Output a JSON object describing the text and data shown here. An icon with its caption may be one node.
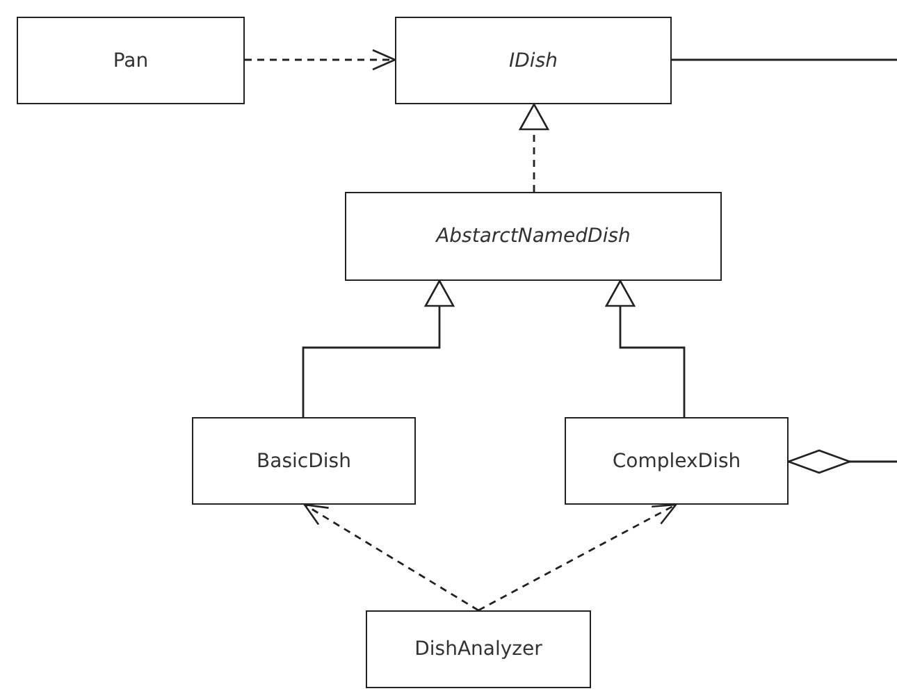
{
  "diagram": {
    "nodes": [
      {
        "text": [
          "Pan"
        ]
      },
      {
        "text": [
          "IDish"
        ]
      },
      {
        "text": [
          "AbstarctNamedDish"
        ]
      },
      {
        "text": [
          "BasicDish"
        ]
      },
      {
        "text": [
          "ComplexDish"
        ]
      },
      {
        "text": [
          "DishAnalyzer"
        ]
      }
    ],
    "edges": [
      {
        "from": 0,
        "to": 1,
        "arrow": "to",
        "style": "dashed"
      },
      {
        "from": 1,
        "to": null,
        "arrow": "none"
      },
      {
        "from": 2,
        "to": 1,
        "arrow": "to",
        "style": "dashed"
      },
      {
        "from": 3,
        "to": 2,
        "arrow": "to"
      },
      {
        "from": 4,
        "to": 2,
        "arrow": "to"
      },
      {
        "from": 4,
        "to": null,
        "arrow": "other"
      },
      {
        "from": 5,
        "to": 3,
        "arrow": "to",
        "style": "dashed"
      },
      {
        "from": 5,
        "to": 4,
        "arrow": "to",
        "style": "dashed"
      }
    ]
  }
}
